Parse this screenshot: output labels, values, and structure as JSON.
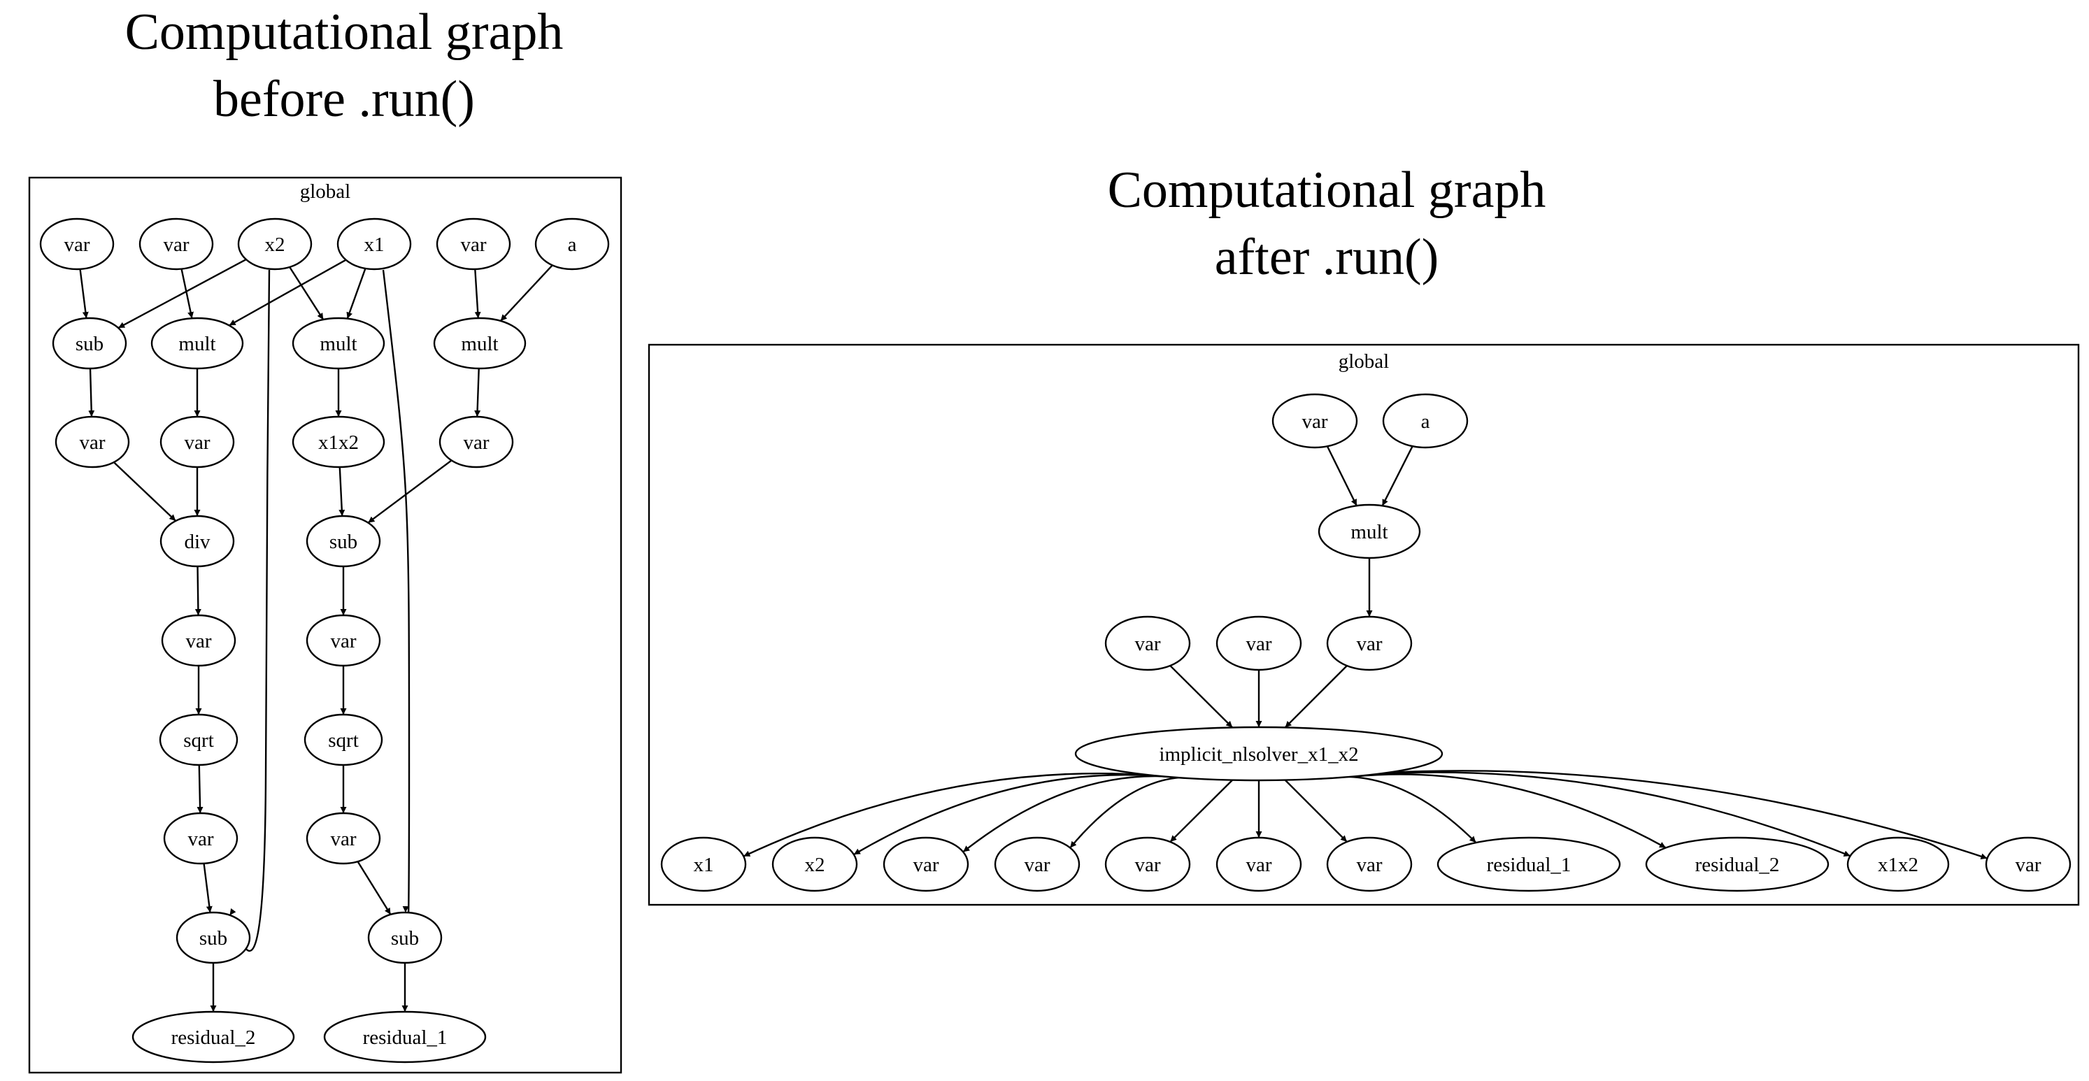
{
  "panels": [
    {
      "title_lines": [
        "Computational graph",
        "before .run()"
      ],
      "cluster_label": "global",
      "nodes": {
        "b_v1": "var",
        "b_v2": "var",
        "b_x2": "x2",
        "b_x1": "x1",
        "b_v3": "var",
        "b_a": "a",
        "b_sub1": "sub",
        "b_mult1": "mult",
        "b_mult2": "mult",
        "b_mult3": "mult",
        "b_v4": "var",
        "b_v5": "var",
        "b_x1x2": "x1x2",
        "b_v6": "var",
        "b_div": "div",
        "b_sub2": "sub",
        "b_v7": "var",
        "b_v8": "var",
        "b_sqrt1": "sqrt",
        "b_sqrt2": "sqrt",
        "b_v9": "var",
        "b_v10": "var",
        "b_sub3": "sub",
        "b_sub4": "sub",
        "b_res2": "residual_2",
        "b_res1": "residual_1"
      },
      "edges": [
        [
          "b_v1",
          "b_sub1"
        ],
        [
          "b_x2",
          "b_sub1"
        ],
        [
          "b_v2",
          "b_mult1"
        ],
        [
          "b_x1",
          "b_mult1"
        ],
        [
          "b_x2",
          "b_mult2"
        ],
        [
          "b_x1",
          "b_mult2"
        ],
        [
          "b_v3",
          "b_mult3"
        ],
        [
          "b_a",
          "b_mult3"
        ],
        [
          "b_sub1",
          "b_v4"
        ],
        [
          "b_mult1",
          "b_v5"
        ],
        [
          "b_mult2",
          "b_x1x2"
        ],
        [
          "b_mult3",
          "b_v6"
        ],
        [
          "b_v4",
          "b_div"
        ],
        [
          "b_v5",
          "b_div"
        ],
        [
          "b_x1x2",
          "b_sub2"
        ],
        [
          "b_v6",
          "b_sub2"
        ],
        [
          "b_div",
          "b_v7"
        ],
        [
          "b_sub2",
          "b_v8"
        ],
        [
          "b_v7",
          "b_sqrt1"
        ],
        [
          "b_v8",
          "b_sqrt2"
        ],
        [
          "b_sqrt1",
          "b_v9"
        ],
        [
          "b_sqrt2",
          "b_v10"
        ],
        [
          "b_v9",
          "b_sub3"
        ],
        [
          "b_x2",
          "b_sub3"
        ],
        [
          "b_v10",
          "b_sub4"
        ],
        [
          "b_x1",
          "b_sub4"
        ],
        [
          "b_sub3",
          "b_res2"
        ],
        [
          "b_sub4",
          "b_res1"
        ]
      ]
    },
    {
      "title_lines": [
        "Computational graph",
        "after .run()"
      ],
      "cluster_label": "global",
      "nodes": {
        "a_var_top": "var",
        "a_a": "a",
        "a_mult": "mult",
        "a_in1": "var",
        "a_in2": "var",
        "a_in3": "var",
        "a_solver": "implicit_nlsolver_x1_x2",
        "a_o1": "x1",
        "a_o2": "x2",
        "a_o3": "var",
        "a_o4": "var",
        "a_o5": "var",
        "a_o6": "var",
        "a_o7": "var",
        "a_o8": "residual_1",
        "a_o9": "residual_2",
        "a_o10": "x1x2",
        "a_o11": "var"
      },
      "edges": [
        [
          "a_var_top",
          "a_mult"
        ],
        [
          "a_a",
          "a_mult"
        ],
        [
          "a_mult",
          "a_in3"
        ],
        [
          "a_in1",
          "a_solver"
        ],
        [
          "a_in2",
          "a_solver"
        ],
        [
          "a_in3",
          "a_solver"
        ],
        [
          "a_solver",
          "a_o1"
        ],
        [
          "a_solver",
          "a_o2"
        ],
        [
          "a_solver",
          "a_o3"
        ],
        [
          "a_solver",
          "a_o4"
        ],
        [
          "a_solver",
          "a_o5"
        ],
        [
          "a_solver",
          "a_o6"
        ],
        [
          "a_solver",
          "a_o7"
        ],
        [
          "a_solver",
          "a_o8"
        ],
        [
          "a_solver",
          "a_o9"
        ],
        [
          "a_solver",
          "a_o10"
        ],
        [
          "a_solver",
          "a_o11"
        ]
      ]
    }
  ]
}
